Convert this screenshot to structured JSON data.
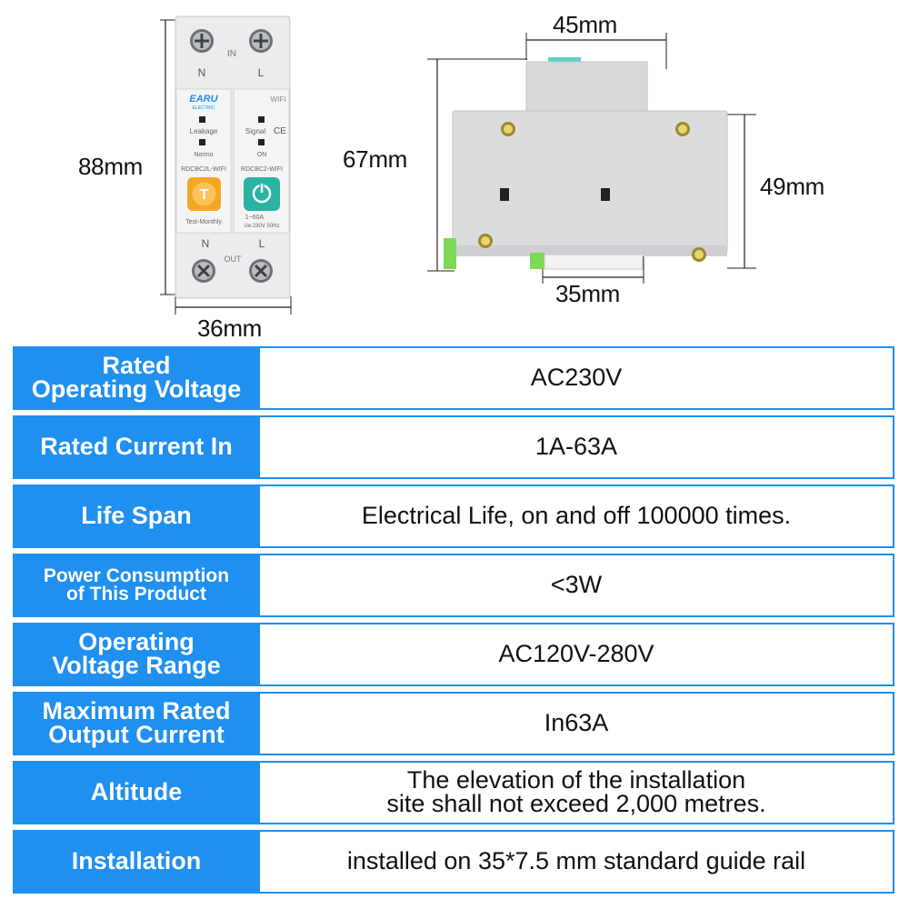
{
  "dimensions": {
    "front_height": "88mm",
    "front_width": "36mm",
    "side_top_width": "45mm",
    "side_height": "67mm",
    "side_body_height": "49mm",
    "side_rail_width": "35mm"
  },
  "device": {
    "left_module": {
      "in_label": "IN",
      "terminal_n": "N",
      "terminal_l": "L",
      "brand": "EARU",
      "brand_sub": "ELECTRIC",
      "leakage_label": "Leakage",
      "normo_label": "Normo",
      "model": "RDCBC2L-WIFI",
      "test_label": "Test-Monthly",
      "test_button": "T"
    },
    "right_module": {
      "wifi_label": "WIFI",
      "signal_label": "Signal",
      "ce_mark": "CE",
      "on_label": "ON",
      "model": "RDCBC2-WIFI",
      "rating": "1~60A",
      "voltage": "Ue:230V 50Hz"
    },
    "out_label": "OUT",
    "bottom_n": "N",
    "bottom_l": "L"
  },
  "specs": [
    {
      "label": "Rated\nOperating Voltage",
      "value": "AC230V"
    },
    {
      "label": "Rated Current In",
      "value": "1A-63A"
    },
    {
      "label": "Life Span",
      "value": "Electrical Life, on and off 100000 times."
    },
    {
      "label": "Power Consumption\nof This Product",
      "value": "<3W"
    },
    {
      "label": "Operating\nVoltage Range",
      "value": "AC120V-280V"
    },
    {
      "label": "Maximum Rated\nOutput Current",
      "value": "In63A"
    },
    {
      "label": "Altitude",
      "value": "The elevation of the installation\nsite shall not exceed 2,000 metres."
    },
    {
      "label": "Installation",
      "value": "installed on 35*7.5 mm standard guide rail"
    }
  ],
  "colors": {
    "header_blue": "#1f8ff0",
    "test_button_orange": "#f5a623",
    "on_button_teal": "#2bb3a3",
    "din_clip_green": "#7ed957"
  }
}
